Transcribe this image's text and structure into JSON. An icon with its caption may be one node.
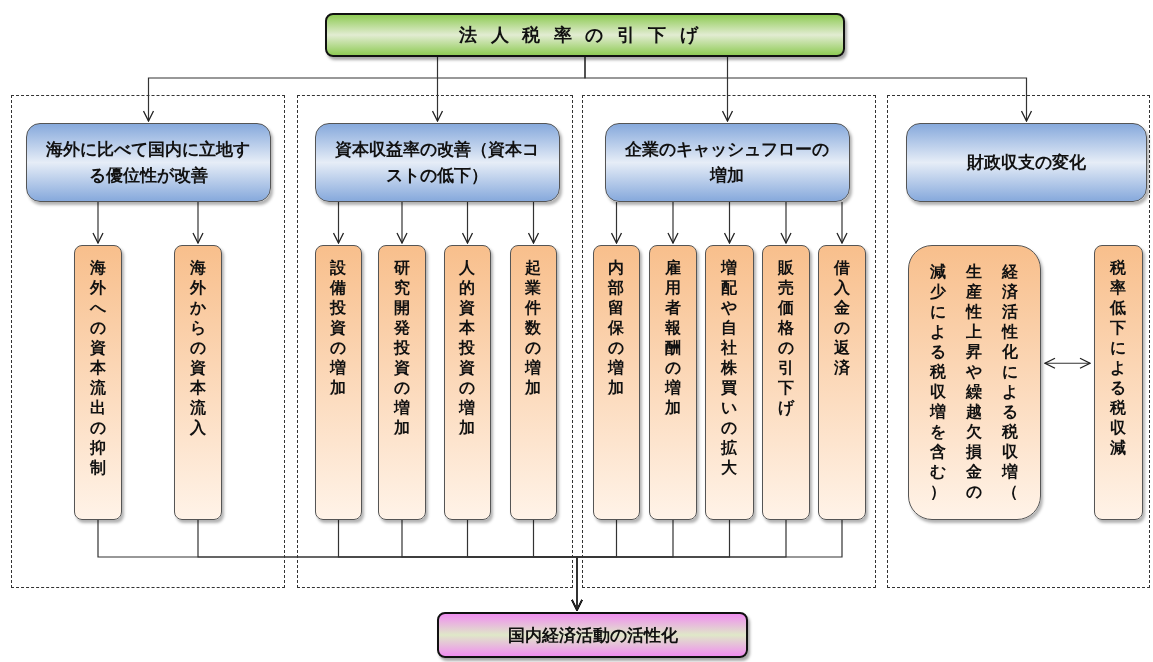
{
  "diagram": {
    "nodes": [
      {
        "text": [
          "法人税率の引下げ"
        ]
      },
      {
        "text": [],
        "shape": "box"
      },
      {
        "text": [
          "海外に比べて国内に立地する優位性が改善"
        ],
        "in": 1
      },
      {
        "text": [
          "海外への資本流出の抑制"
        ],
        "in": 1
      },
      {
        "text": [
          "海外からの資本流入"
        ],
        "in": 1
      },
      {
        "text": [],
        "shape": "box"
      },
      {
        "text": [
          "資本収益率の改善（資本コストの低下）"
        ],
        "in": 5
      },
      {
        "text": [
          "設備投資の増加"
        ],
        "in": 5
      },
      {
        "text": [
          "研究開発投資の増加"
        ],
        "in": 5
      },
      {
        "text": [
          "人的資本投資の増加"
        ],
        "in": 5
      },
      {
        "text": [
          "起業件数の増加"
        ],
        "in": 5
      },
      {
        "text": [],
        "shape": "box"
      },
      {
        "text": [
          "企業のキャッシュフローの増加"
        ],
        "in": 11
      },
      {
        "text": [
          "内部留保の増加"
        ],
        "in": 11
      },
      {
        "text": [
          "雇用者報酬の増加"
        ],
        "in": 11
      },
      {
        "text": [
          "増配や自社株買いの拡大"
        ],
        "in": 11
      },
      {
        "text": [
          "販売価格の引下げ"
        ],
        "in": 11
      },
      {
        "text": [
          "借入金の返済"
        ],
        "in": 11
      },
      {
        "text": [],
        "shape": "box"
      },
      {
        "text": [
          "財政収支の変化"
        ],
        "in": 18
      },
      {
        "text": [
          "経済活性化による税収増（生産性上昇や繰越欠損金の減少による税収増を含む）"
        ],
        "in": 18
      },
      {
        "text": [
          "税率低下による税収減"
        ],
        "in": 18
      },
      {
        "text": [
          "国内経済活動の活性化"
        ]
      }
    ],
    "edges": [
      {
        "from": 0,
        "to": 2,
        "arrow": "to"
      },
      {
        "from": 0,
        "to": 6,
        "arrow": "to"
      },
      {
        "from": 0,
        "to": 12,
        "arrow": "to"
      },
      {
        "from": 0,
        "to": 19,
        "arrow": "to"
      },
      {
        "from": 2,
        "to": 3,
        "arrow": "to"
      },
      {
        "from": 2,
        "to": 4,
        "arrow": "to"
      },
      {
        "from": 6,
        "to": 7,
        "arrow": "to"
      },
      {
        "from": 6,
        "to": 8,
        "arrow": "to"
      },
      {
        "from": 6,
        "to": 9,
        "arrow": "to"
      },
      {
        "from": 6,
        "to": 10,
        "arrow": "to"
      },
      {
        "from": 12,
        "to": 13,
        "arrow": "to"
      },
      {
        "from": 12,
        "to": 14,
        "arrow": "to"
      },
      {
        "from": 12,
        "to": 15,
        "arrow": "to"
      },
      {
        "from": 12,
        "to": 16,
        "arrow": "to"
      },
      {
        "from": 12,
        "to": 17,
        "arrow": "to"
      },
      {
        "from": 3,
        "to": 22,
        "arrow": "to"
      },
      {
        "from": 4,
        "to": 22,
        "arrow": "to"
      },
      {
        "from": 7,
        "to": 22,
        "arrow": "to"
      },
      {
        "from": 8,
        "to": 22,
        "arrow": "to"
      },
      {
        "from": 9,
        "to": 22,
        "arrow": "to"
      },
      {
        "from": 10,
        "to": 22,
        "arrow": "to"
      },
      {
        "from": 13,
        "to": 22,
        "arrow": "to"
      },
      {
        "from": 14,
        "to": 22,
        "arrow": "to"
      },
      {
        "from": 15,
        "to": 22,
        "arrow": "to"
      },
      {
        "from": 16,
        "to": 22,
        "arrow": "to"
      },
      {
        "from": 17,
        "to": 22,
        "arrow": "to"
      },
      {
        "from": 20,
        "to": 21,
        "arrow": "both"
      }
    ]
  }
}
